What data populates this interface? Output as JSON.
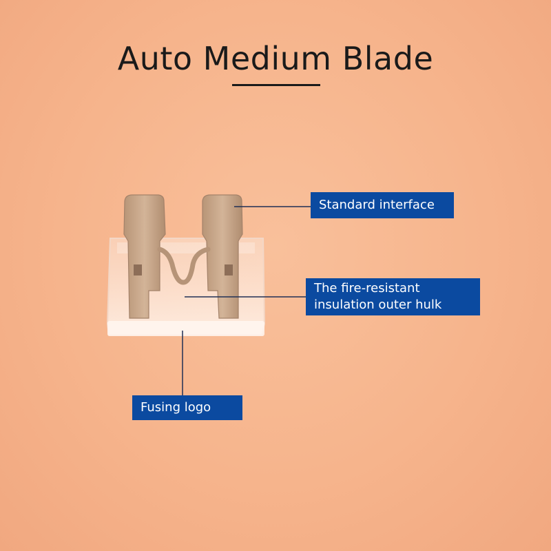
{
  "title": "Auto Medium Blade",
  "callouts": {
    "standard_interface": "Standard interface",
    "hulk_line1": "The fire-resistant",
    "hulk_line2": "insulation outer hulk",
    "fusing_logo": "Fusing logo"
  },
  "colors": {
    "background": "#f6b48c",
    "callout_fill": "#0b4aa0",
    "callout_text": "#ffffff",
    "title_text": "#1a1a1a",
    "metal_blade": "#c9a88a"
  }
}
